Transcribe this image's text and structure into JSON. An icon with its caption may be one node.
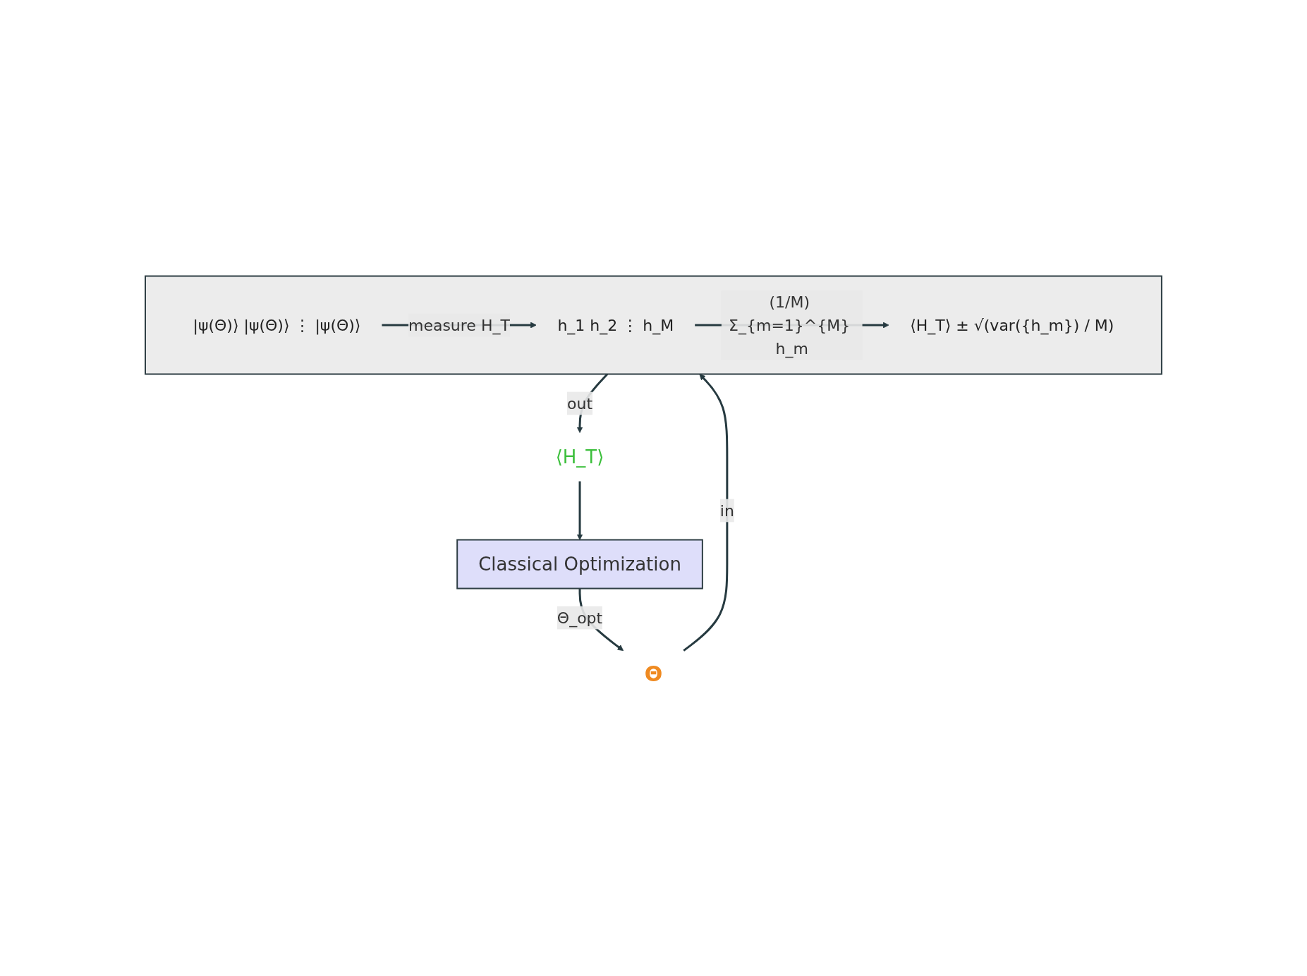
{
  "diagram": {
    "nodes": [
      {
        "text": [
          "Θ"
        ]
      },
      {
        "text": [],
        "shape": "box"
      },
      {
        "text": [
          "|ψ(Θ)⟩ |ψ(Θ)⟩ ⋮ |ψ(Θ)⟩"
        ],
        "in": 1
      },
      {
        "text": [
          "h_1 h_2 ⋮ h_M"
        ],
        "in": 1
      },
      {
        "text": [
          "⟨H_T⟩ ± √(var({h_m}) / M)"
        ],
        "in": 1
      },
      {
        "text": [
          "⟨H_T⟩"
        ]
      },
      {
        "text": [
          "Classical Optimization"
        ]
      }
    ],
    "edges": [
      {
        "from": 0,
        "to": 1,
        "arrow": "to",
        "label": "in"
      },
      {
        "from": 2,
        "to": 3,
        "arrow": "to",
        "label": "measure H_T"
      },
      {
        "from": 3,
        "to": 4,
        "arrow": "to",
        "label": "(1/M) Σ_{m=1}^{M} h_m"
      },
      {
        "from": 1,
        "to": 5,
        "arrow": "to",
        "label": "out"
      },
      {
        "from": 5,
        "to": 6,
        "arrow": "to"
      },
      {
        "from": 6,
        "to": 0,
        "arrow": "to",
        "label": "Θ_opt"
      }
    ]
  }
}
